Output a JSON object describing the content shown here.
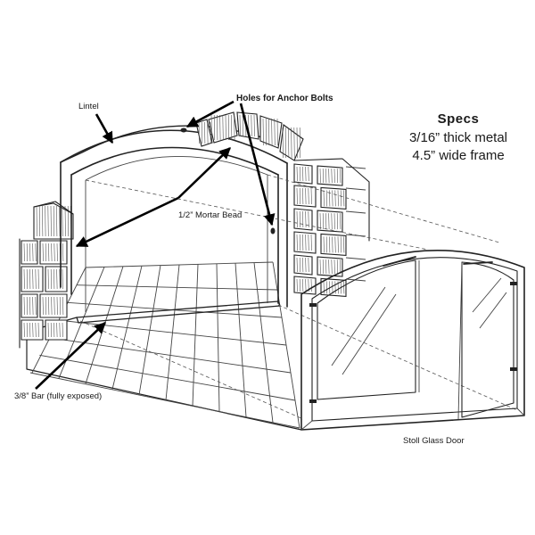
{
  "labels": {
    "lintel": "Lintel",
    "holes": "Holes for Anchor Bolts",
    "mortar": "1/2” Mortar Bead",
    "bar": "3/8” Bar (fully exposed)",
    "door": "Stoll Glass Door"
  },
  "specs": {
    "title": "Specs",
    "line1": "3/16” thick metal",
    "line2": "4.5” wide frame"
  }
}
